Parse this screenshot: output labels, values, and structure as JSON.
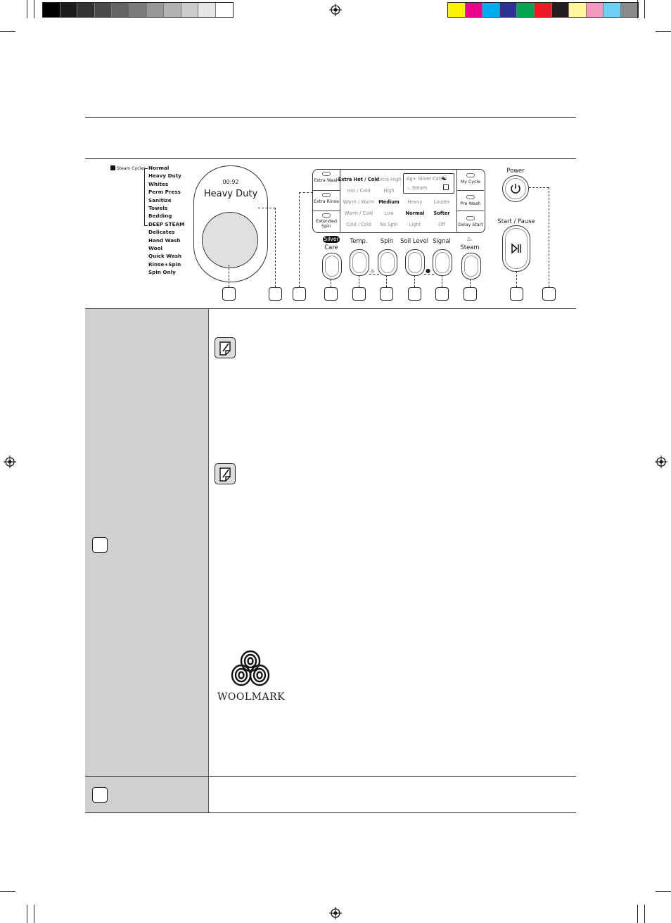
{
  "colors": {
    "grays": [
      "#000000",
      "#1c1c1c",
      "#333333",
      "#4a4a4a",
      "#636363",
      "#7c7c7c",
      "#979797",
      "#b1b1b1",
      "#cccccc",
      "#e6e6e6",
      "#ffffff"
    ],
    "process": [
      "#fff200",
      "#ec008c",
      "#00aeef",
      "#2e3192",
      "#00a651",
      "#ed1c24",
      "#231f20",
      "#fff799",
      "#f49ac1",
      "#6dcff6",
      "#898989"
    ],
    "sidebar": "#d0d0d0"
  },
  "panel": {
    "steam_cycles_label": "Steam Cycles",
    "cycles": [
      "Normal",
      "Heavy Duty",
      "Whites",
      "Perm Press",
      "Sanitize",
      "Towels",
      "Bedding",
      "DEEP STEAM",
      "Delicates",
      "Hand Wash",
      "Wool",
      "Quick Wash",
      "Rinse+Spin",
      "Spin Only"
    ],
    "display": {
      "time": "00:92",
      "cycle": "Heavy Duty"
    },
    "left_options": [
      "Extra Wash",
      "Extra Rinse",
      "Extended Spin"
    ],
    "right_options": [
      "My Cycle",
      "Pre Wash",
      "Delay Start"
    ],
    "temp_options": [
      "Extra Hot / Cold",
      "Hot / Cold",
      "Warm / Warm",
      "Warm / Cold",
      "Cold / Cold"
    ],
    "spin_options": [
      "Extra High",
      "High",
      "Medium",
      "Low",
      "No Spin"
    ],
    "soil_options": [
      "Heavy",
      "Normal",
      "Light"
    ],
    "signal_options": [
      "Louder",
      "Softer",
      "Off"
    ],
    "status": {
      "silver_care": "Silver Care",
      "steam": "Steam"
    },
    "buttons": {
      "silver": "Silver",
      "care": "Care",
      "temp": "Temp.",
      "spin": "Spin",
      "soil": "Soil Level",
      "signal": "Signal",
      "steam": "Steam",
      "power": "Power",
      "start": "Start / Pause"
    }
  },
  "woolmark": "WOOLMARK"
}
